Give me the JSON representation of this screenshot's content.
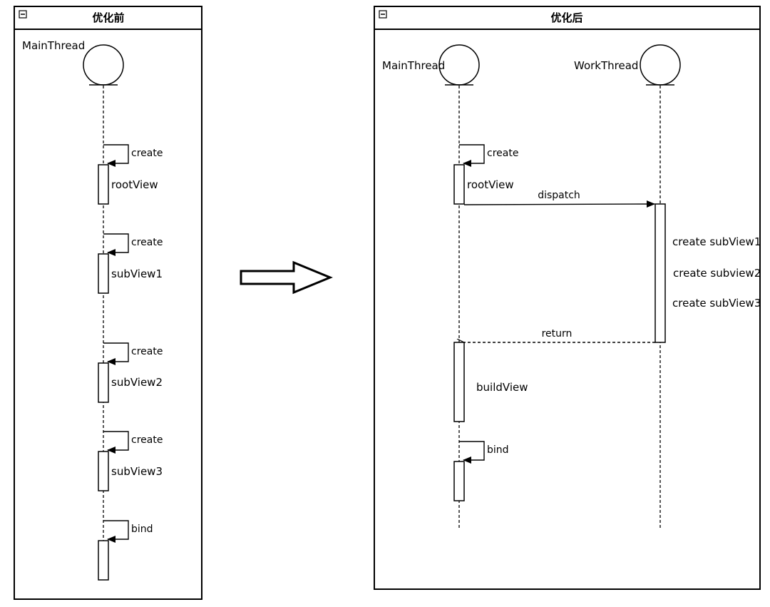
{
  "before": {
    "title": "优化前",
    "thread": "MainThread",
    "steps": [
      {
        "message": "create",
        "object": "rootView"
      },
      {
        "message": "create",
        "object": "subView1"
      },
      {
        "message": "create",
        "object": "subView2"
      },
      {
        "message": "create",
        "object": "subView3"
      },
      {
        "message": "bind",
        "object": ""
      }
    ]
  },
  "after": {
    "title": "优化后",
    "main_thread": "MainThread",
    "work_thread": "WorkThread",
    "create_message": "create",
    "root_view": "rootView",
    "dispatch_message": "dispatch",
    "work_items": [
      "create subView1",
      "create subview2",
      "create subView3"
    ],
    "return_message": "return",
    "build_view": "buildView",
    "bind_message": "bind"
  }
}
